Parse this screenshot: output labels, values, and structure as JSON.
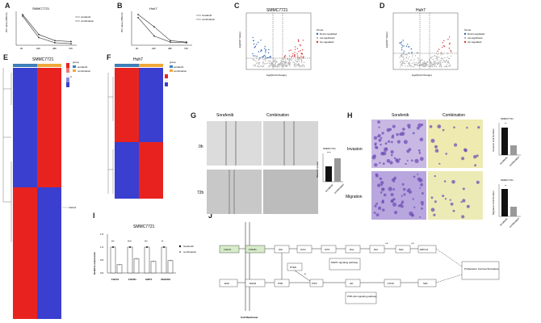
{
  "panels": {
    "A": {
      "letter": "A",
      "title": "SMMC7721",
      "ylabel": "OD value (450nm)",
      "xticks": [
        "0h",
        "24h",
        "48h",
        "72h"
      ],
      "legend": [
        "sorafenib",
        "combination"
      ],
      "series": [
        {
          "name": "sorafenib",
          "values": [
            1.0,
            0.35,
            0.15,
            0.12
          ]
        },
        {
          "name": "combination",
          "values": [
            0.95,
            0.25,
            0.08,
            0.05
          ]
        }
      ]
    },
    "B": {
      "letter": "B",
      "title": "Huh7",
      "ylabel": "OD value (450nm)",
      "xticks": [
        "0h",
        "24h",
        "48h",
        "72h"
      ],
      "legend": [
        "sorafenib",
        "combination"
      ],
      "series": [
        {
          "name": "sorafenib",
          "values": [
            1.0,
            0.6,
            0.15,
            0.1
          ]
        },
        {
          "name": "combination",
          "values": [
            0.9,
            0.3,
            0.1,
            0.08
          ]
        }
      ]
    },
    "C": {
      "letter": "C",
      "title": "SMMC7721",
      "xlabel": "log2(Fold Change)",
      "ylabel": "-log10(P Value)",
      "legend_title": "Group",
      "legend": [
        "Down-regulated",
        "not-significant",
        "Up-regulated"
      ]
    },
    "D": {
      "letter": "D",
      "title": "Huh7",
      "xlabel": "log2(Fold Change)",
      "ylabel": "-log10(P Value)",
      "legend_title": "Group",
      "legend": [
        "Down-regulated",
        "not-significant",
        "Up-regulated"
      ]
    },
    "E": {
      "letter": "E",
      "title": "SMMC7721",
      "legend_title": "group",
      "legend": [
        "sorafenib",
        "combination"
      ],
      "scale": [
        "6",
        "4",
        "2",
        "0",
        "-2",
        "-4",
        "-6"
      ],
      "gene_label": "FGF21"
    },
    "F": {
      "letter": "F",
      "title": "Huh7",
      "legend_title": "group",
      "legend": [
        "sorafenib",
        "combination"
      ],
      "scale": [
        "6",
        "4",
        "2",
        "0",
        "-2",
        "-4",
        "-6"
      ]
    },
    "G": {
      "letter": "G",
      "col1": "Sorafenib",
      "col2": "Combination",
      "row1": "0h",
      "row2": "72h",
      "bar_title": "SMMC7721",
      "bar_ylabel": "Wound closure",
      "bar_sig": "****",
      "bar_xticks": [
        "sorafenib",
        "combination"
      ]
    },
    "H": {
      "letter": "H",
      "col1": "Sorafenib",
      "col2": "Combination",
      "row1": "Invasion",
      "row2": "Migration",
      "bar1_title": "SMMC7721",
      "bar2_title": "SMMC7721",
      "bar1_ylabel": "Invasion Cell Number",
      "bar2_ylabel": "Migration Cell Number",
      "sig": "**",
      "bar_xticks": [
        "sorafenib",
        "combination"
      ]
    },
    "I": {
      "letter": "I",
      "title": "SMMC7721",
      "ylabel": "Relative expression",
      "categories": [
        "FGF21",
        "FGFR1",
        "SIRT1",
        "VEGFR2"
      ],
      "sig": [
        "***",
        "****",
        "***",
        "**"
      ],
      "legend": [
        "Sorafenib",
        "combination"
      ],
      "series": [
        {
          "name": "Sorafenib",
          "values": [
            1.0,
            1.0,
            1.0,
            1.0
          ]
        },
        {
          "name": "combination",
          "values": [
            0.32,
            0.55,
            0.45,
            0.48
          ]
        }
      ],
      "yticks": [
        "0.0",
        "0.5",
        "1.0",
        "1.5"
      ]
    },
    "J": {
      "letter": "J",
      "membrane": "Cell Membrane",
      "nodes": {
        "fgf21": "FGF21",
        "fgfr1": "FGFR1",
        "shc": "Shc",
        "grb2": "Grb2",
        "sos": "SOS",
        "ras": "Ras",
        "raf": "Raf",
        "mek": "Mek",
        "erk": "ERK1/2",
        "mapk": "MAPK signaling pathway",
        "egf": "EGF",
        "egfr": "EGFR",
        "pi3k": "PI3K",
        "pten": "PTEN",
        "pip3": "PIP3",
        "akt": "Akt",
        "mtor": "mTOR",
        "s6k": "S6K",
        "pi3kakt": "PI3K-Akt signaling pathway",
        "out": "Proliferation Survival Stimulation"
      },
      "marks": {
        "p": "+p",
        "mp": "-p"
      }
    }
  },
  "colors": {
    "heat_red": "#e8231f",
    "heat_blue": "#3a3fd0",
    "up": "#d63b3b",
    "down": "#2f66b3",
    "ns": "#b5b5b5",
    "green_box": "#d6ecc9",
    "cell_purple": "#6f4fb5",
    "cell_bg": "#f2eec0"
  }
}
